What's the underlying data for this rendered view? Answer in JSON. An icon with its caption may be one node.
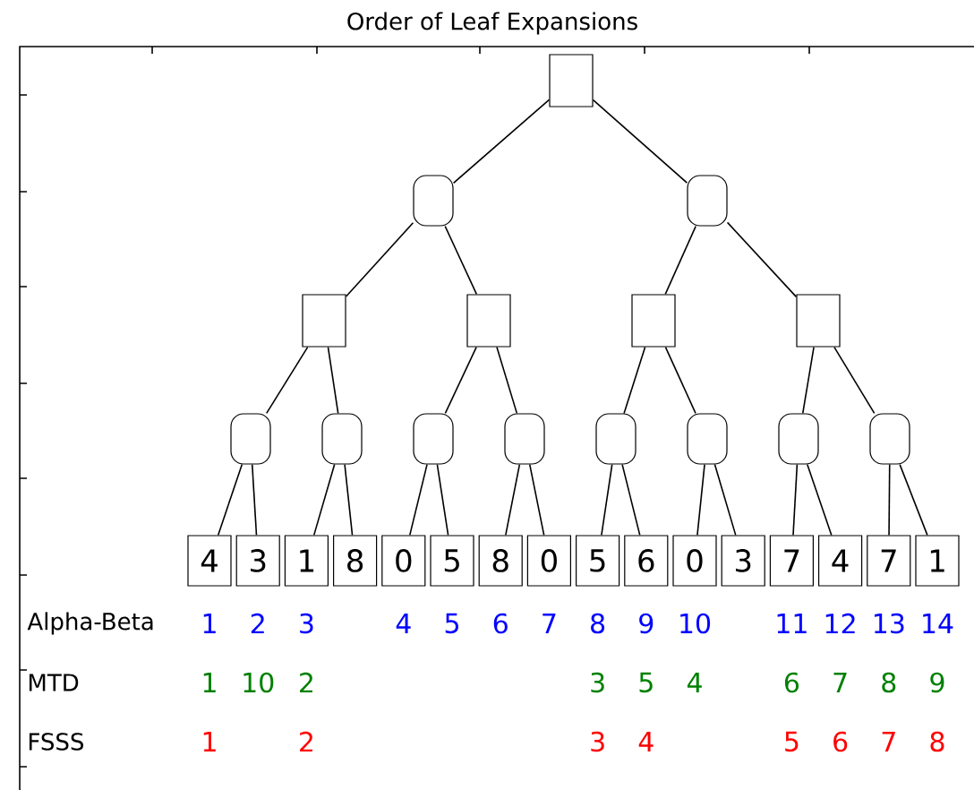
{
  "diagram": {
    "title": "Order of Leaf Expansions",
    "nodes": [
      {
        "text": [],
        "shape": "box"
      },
      {
        "text": [],
        "shape": "rounded"
      },
      {
        "text": [],
        "shape": "rounded"
      },
      {
        "text": [],
        "shape": "box"
      },
      {
        "text": [],
        "shape": "box"
      },
      {
        "text": [],
        "shape": "box"
      },
      {
        "text": [],
        "shape": "box"
      },
      {
        "text": [],
        "shape": "rounded"
      },
      {
        "text": [],
        "shape": "rounded"
      },
      {
        "text": [],
        "shape": "rounded"
      },
      {
        "text": [],
        "shape": "rounded"
      },
      {
        "text": [],
        "shape": "rounded"
      },
      {
        "text": [],
        "shape": "rounded"
      },
      {
        "text": [],
        "shape": "rounded"
      },
      {
        "text": [],
        "shape": "rounded"
      },
      {
        "text": [
          "4"
        ]
      },
      {
        "text": [
          "3"
        ]
      },
      {
        "text": [
          "1"
        ]
      },
      {
        "text": [
          "8"
        ]
      },
      {
        "text": [
          "0"
        ]
      },
      {
        "text": [
          "5"
        ]
      },
      {
        "text": [
          "8"
        ]
      },
      {
        "text": [
          "0"
        ]
      },
      {
        "text": [
          "5"
        ]
      },
      {
        "text": [
          "6"
        ]
      },
      {
        "text": [
          "0"
        ]
      },
      {
        "text": [
          "3"
        ]
      },
      {
        "text": [
          "7"
        ]
      },
      {
        "text": [
          "4"
        ]
      },
      {
        "text": [
          "7"
        ]
      },
      {
        "text": [
          "1"
        ]
      }
    ],
    "edges": [
      {
        "from": 0,
        "to": 1,
        "arrow": "none"
      },
      {
        "from": 0,
        "to": 2,
        "arrow": "none"
      },
      {
        "from": 1,
        "to": 3,
        "arrow": "none"
      },
      {
        "from": 1,
        "to": 4,
        "arrow": "none"
      },
      {
        "from": 2,
        "to": 5,
        "arrow": "none"
      },
      {
        "from": 2,
        "to": 6,
        "arrow": "none"
      },
      {
        "from": 3,
        "to": 7,
        "arrow": "none"
      },
      {
        "from": 3,
        "to": 8,
        "arrow": "none"
      },
      {
        "from": 4,
        "to": 9,
        "arrow": "none"
      },
      {
        "from": 4,
        "to": 10,
        "arrow": "none"
      },
      {
        "from": 5,
        "to": 11,
        "arrow": "none"
      },
      {
        "from": 5,
        "to": 12,
        "arrow": "none"
      },
      {
        "from": 6,
        "to": 13,
        "arrow": "none"
      },
      {
        "from": 6,
        "to": 14,
        "arrow": "none"
      },
      {
        "from": 7,
        "to": 15,
        "arrow": "none"
      },
      {
        "from": 7,
        "to": 16,
        "arrow": "none"
      },
      {
        "from": 8,
        "to": 17,
        "arrow": "none"
      },
      {
        "from": 8,
        "to": 18,
        "arrow": "none"
      },
      {
        "from": 9,
        "to": 19,
        "arrow": "none"
      },
      {
        "from": 9,
        "to": 20,
        "arrow": "none"
      },
      {
        "from": 10,
        "to": 21,
        "arrow": "none"
      },
      {
        "from": 10,
        "to": 22,
        "arrow": "none"
      },
      {
        "from": 11,
        "to": 23,
        "arrow": "none"
      },
      {
        "from": 11,
        "to": 24,
        "arrow": "none"
      },
      {
        "from": 12,
        "to": 25,
        "arrow": "none"
      },
      {
        "from": 12,
        "to": 26,
        "arrow": "none"
      },
      {
        "from": 13,
        "to": 27,
        "arrow": "none"
      },
      {
        "from": 13,
        "to": 28,
        "arrow": "none"
      },
      {
        "from": 14,
        "to": 29,
        "arrow": "none"
      },
      {
        "from": 14,
        "to": 30,
        "arrow": "none"
      }
    ],
    "labels": [
      "Alpha-Beta",
      "1",
      "2",
      "3",
      "4",
      "5",
      "6",
      "7",
      "8",
      "9",
      "10",
      "11",
      "12",
      "13",
      "14",
      "MTD",
      "1",
      "10",
      "2",
      "3",
      "5",
      "4",
      "6",
      "7",
      "8",
      "9",
      "FSSS",
      "1",
      "2",
      "3",
      "4",
      "5",
      "6",
      "7",
      "8"
    ]
  }
}
